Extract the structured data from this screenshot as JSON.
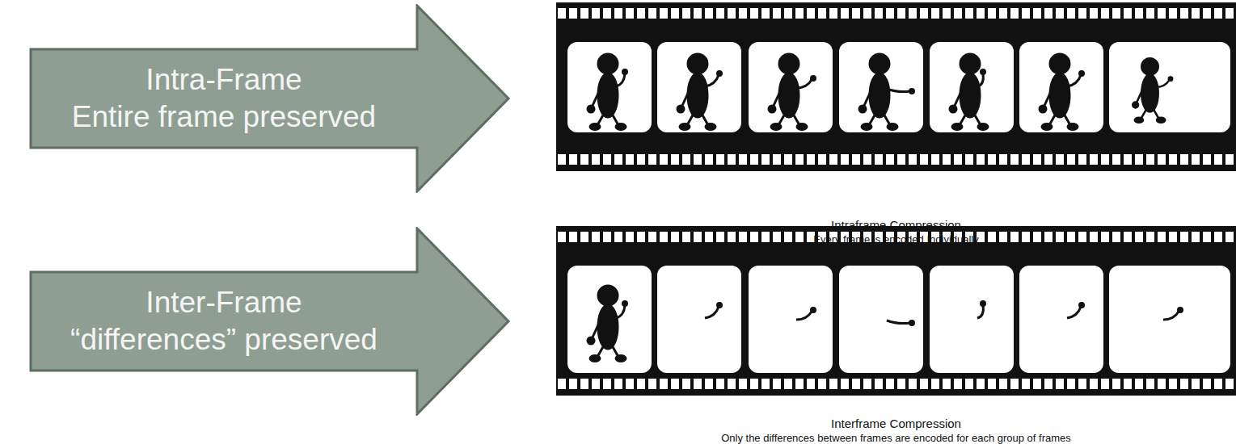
{
  "diagram": {
    "nodes": [
      {
        "text": [
          "Intra-Frame",
          "Entire frame preserved"
        ]
      },
      {
        "text": [
          "Inter-Frame",
          "“differences” preserved"
        ]
      }
    ],
    "labels": [
      "Intraframe Compression",
      "Every frame is encoded Individually",
      "Interframe Compression",
      "Only the differences between frames are encoded for each group of frames"
    ]
  }
}
